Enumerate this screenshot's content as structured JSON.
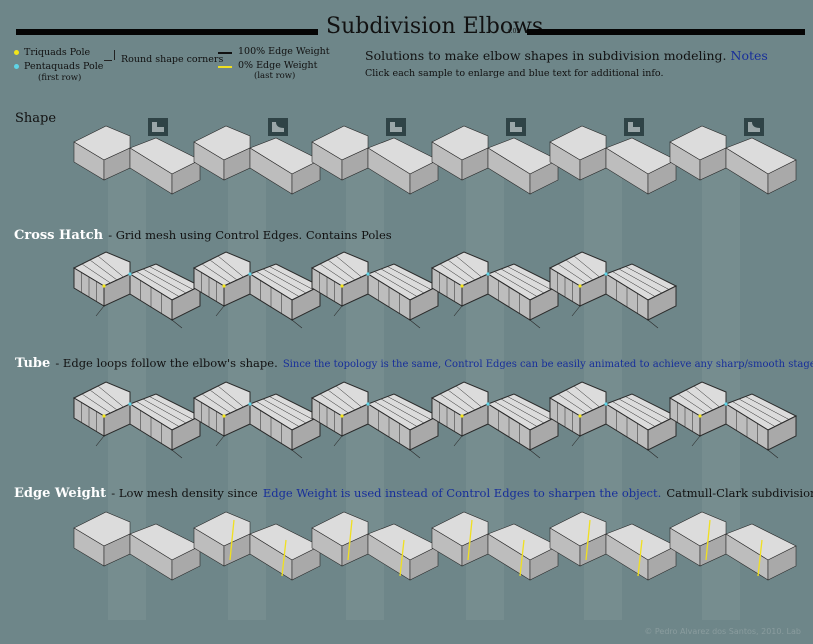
{
  "header": {
    "title": "Subdivision Elbows",
    "version": "v.02",
    "description": "Solutions to make elbow shapes in subdivision modeling.",
    "notes_link": "Notes",
    "instruction": "Click each sample to enlarge and blue text for additional info."
  },
  "legend": {
    "triquads": "Triquads Pole",
    "pentaquads": "Pentaquads Pole",
    "pentaquads_note": "(first row)",
    "round_corners": "Round shape corners",
    "edge_100": "100% Edge Weight",
    "edge_0": "0% Edge Weight",
    "edge_0_note": "(last row)",
    "colors": {
      "triquads": "#f2e51a",
      "pentaquads": "#5fd4e6",
      "edge_100": "#111111",
      "edge_0": "#f0e020"
    }
  },
  "sections": {
    "shape": {
      "title": "Shape"
    },
    "cross_hatch": {
      "title": "Cross Hatch",
      "desc": "- Grid mesh using Control Edges. Contains Poles"
    },
    "tube": {
      "title": "Tube",
      "desc": "- Edge loops follow the elbow's shape.",
      "link": "Since the topology is the same, Control Edges can be easily animated to achieve any sharp/smooth stage."
    },
    "edge_weight": {
      "title": "Edge Weight",
      "desc": "- Low mesh density since",
      "link": "Edge Weight is used instead of Control Edges to sharpen the object.",
      "desc2": "Catmull-Clark subdivision only."
    }
  },
  "copyright": "© Pedro Alvarez dos Santos, 2010. Lab"
}
